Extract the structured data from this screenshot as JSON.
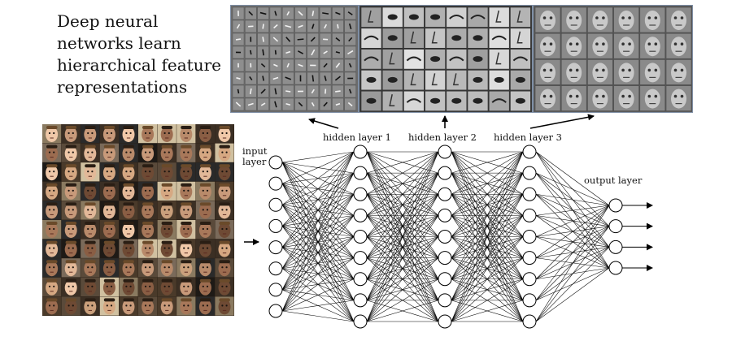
{
  "title": "Deep neural\nnetworks learn\nhierarchical feature\nrepresentations",
  "labels": {
    "input_layer": "input\nlayer",
    "hidden_layer_1": "hidden layer 1",
    "hidden_layer_2": "hidden layer 2",
    "hidden_layer_3": "hidden layer 3",
    "output_layer": "output layer"
  },
  "network": {
    "layers": [
      {
        "id": "input",
        "units": 8
      },
      {
        "id": "hidden-1",
        "units": 9
      },
      {
        "id": "hidden-2",
        "units": 9
      },
      {
        "id": "hidden-3",
        "units": 9
      },
      {
        "id": "output",
        "units": 4
      }
    ]
  },
  "feature_panels": [
    {
      "id": "edge-features",
      "description_icon": "gabor-edge-filters"
    },
    {
      "id": "part-features",
      "description_icon": "facial-part-filters"
    },
    {
      "id": "face-features",
      "description_icon": "whole-face-filters"
    }
  ],
  "colors": {
    "panel_border": "#7f8fa6",
    "line": "#000000",
    "node_fill": "#ffffff"
  }
}
